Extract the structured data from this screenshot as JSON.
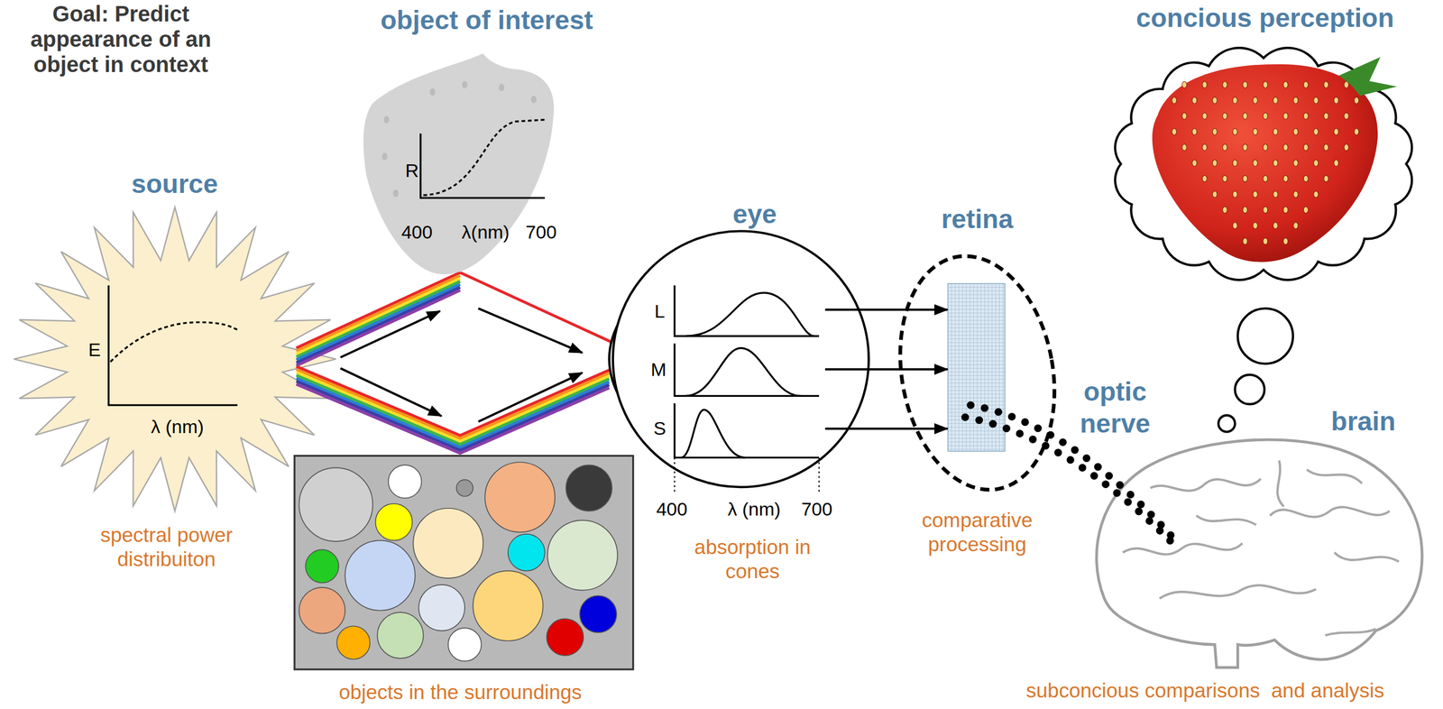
{
  "diagram": {
    "title": "Goal: Predict appearance of an object in context",
    "nodes": [
      {
        "text": [
          "source",
          "E",
          "λ (nm)",
          "spectral power distribuiton"
        ]
      },
      {
        "text": [
          "object of interest",
          "R",
          "400",
          "λ(nm)",
          "700"
        ]
      },
      {
        "text": [
          "objects in the surroundings"
        ]
      },
      {
        "text": [
          "eye",
          "400",
          "λ (nm)",
          "700",
          "absorption in cones"
        ]
      },
      {
        "text": [
          "L"
        ],
        "in": 3
      },
      {
        "text": [
          "M"
        ],
        "in": 3
      },
      {
        "text": [
          "S"
        ],
        "in": 3
      },
      {
        "text": [
          "retina",
          "comparative processing"
        ]
      },
      {
        "text": [
          "brain",
          "subconcious comparisons  and analysis"
        ]
      },
      {
        "text": [
          "concious perception"
        ]
      }
    ],
    "edges": [
      {
        "from": 0,
        "to": 1,
        "arrow": "to"
      },
      {
        "from": 1,
        "to": 3,
        "arrow": "to"
      },
      {
        "from": 0,
        "to": 2,
        "arrow": "to"
      },
      {
        "from": 2,
        "to": 3,
        "arrow": "to"
      },
      {
        "from": 4,
        "to": 7,
        "arrow": "to"
      },
      {
        "from": 5,
        "to": 7,
        "arrow": "to"
      },
      {
        "from": 6,
        "to": 7,
        "arrow": "to"
      },
      {
        "from": 7,
        "to": 8,
        "arrow": "none"
      }
    ],
    "labels": [
      "optic nerve"
    ]
  }
}
